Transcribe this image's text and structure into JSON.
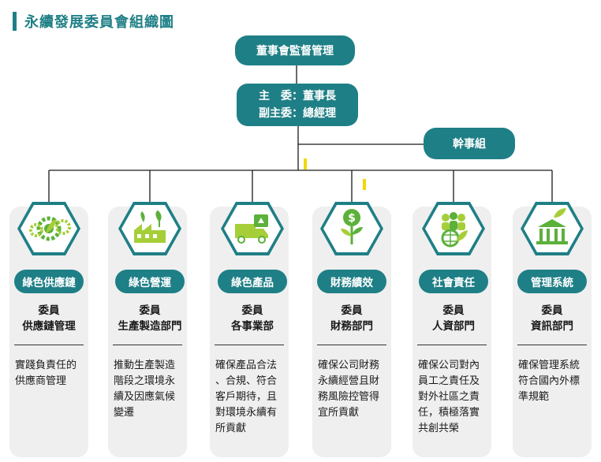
{
  "page_title": "永續發展委員會組織圖",
  "board": {
    "label": "董事會監督管理"
  },
  "chair": {
    "line1": "主　委：董事長",
    "line2": "副主委：總經理"
  },
  "secretariat": {
    "label": "幹事組"
  },
  "colors": {
    "primary": "#1f7f86",
    "green": "#5bb13a",
    "lime": "#a6ce39",
    "card": "#efefef",
    "marker": "#f2d705"
  },
  "teams": [
    {
      "key": "supply",
      "icon": "gears-leaf-icon",
      "label": "綠色供應鏈",
      "role1": "委員",
      "role2": "供應鏈管理",
      "desc": [
        "實踐負責任的",
        "供應商管理"
      ]
    },
    {
      "key": "ops",
      "icon": "factory-plants-icon",
      "label": "綠色營運",
      "role1": "委員",
      "role2": "生產製造部門",
      "desc": [
        "推動生產製造",
        "階段之環境永",
        "續及因應氣候",
        "變遷"
      ]
    },
    {
      "key": "product",
      "icon": "truck-recycle-icon",
      "label": "綠色產品",
      "role1": "委員",
      "role2": "各事業部",
      "desc": [
        "確保產品合法",
        "、合規、符合",
        "客戶期待，且",
        "對環境永續有",
        "所貢獻"
      ]
    },
    {
      "key": "finance",
      "icon": "dollar-plant-icon",
      "label": "財務績效",
      "role1": "委員",
      "role2": "財務部門",
      "desc": [
        "確保公司財務",
        "永續經營且財",
        "務風險控管得",
        "宜所貢獻"
      ]
    },
    {
      "key": "social",
      "icon": "people-globe-icon",
      "label": "社會責任",
      "role1": "委員",
      "role2": "人資部門",
      "desc": [
        "確保公司對內",
        "員工之責任及",
        "對外社區之責",
        "任，積極落實",
        "共創共榮"
      ]
    },
    {
      "key": "mgmt",
      "icon": "pillars-leaf-icon",
      "label": "管理系統",
      "role1": "委員",
      "role2": "資訊部門",
      "desc": [
        "確保管理系統",
        "符合國內外標",
        "準規範"
      ]
    }
  ]
}
